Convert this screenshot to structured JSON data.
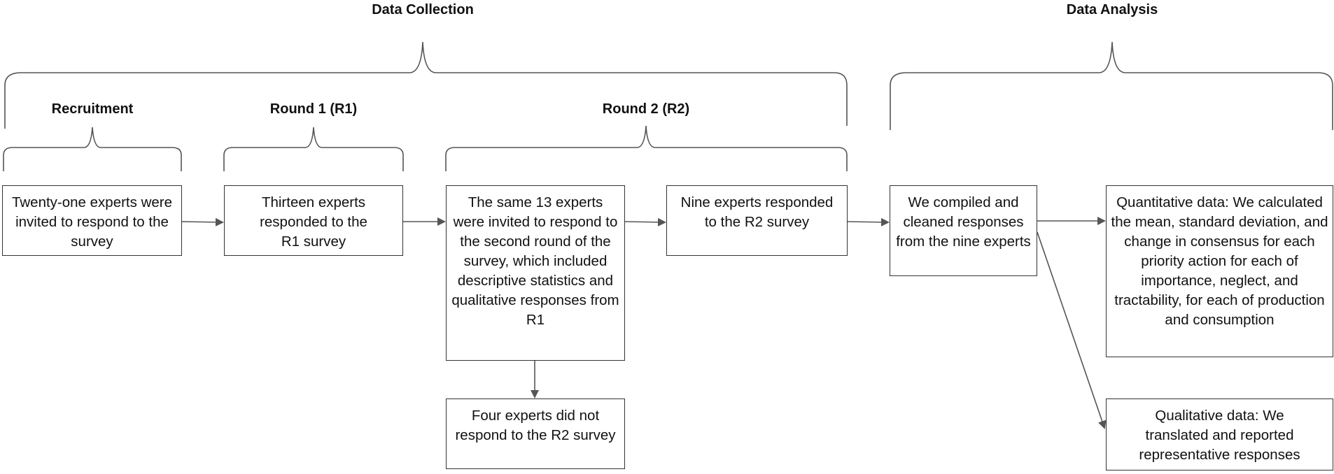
{
  "headings": {
    "data_collection": "Data Collection",
    "data_analysis": "Data Analysis",
    "recruitment": "Recruitment",
    "round1": "Round 1 (R1)",
    "round2": "Round 2 (R2)"
  },
  "boxes": {
    "invited": "Twenty-one experts were invited to respond to the survey",
    "r1_responded": "Thirteen experts responded to the R1 survey",
    "r2_invited": "The same 13 experts were invited to respond to the second round of the survey, which included descriptive statistics and qualitative responses from R1",
    "r2_responded": "Nine experts responded to the R2 survey",
    "r2_dropout": "Four experts did not respond to the R2 survey",
    "compiled": "We compiled and cleaned responses from the nine experts",
    "quantitative": "Quantitative data: We calculated the mean, standard deviation, and change in consensus for each priority action for each of importance, neglect, and tractability, for each of production and consumption",
    "qualitative": "Qualitative data: We translated and reported representative responses"
  },
  "colors": {
    "line": "#555555",
    "arrow": "#555555",
    "border": "#333333"
  }
}
